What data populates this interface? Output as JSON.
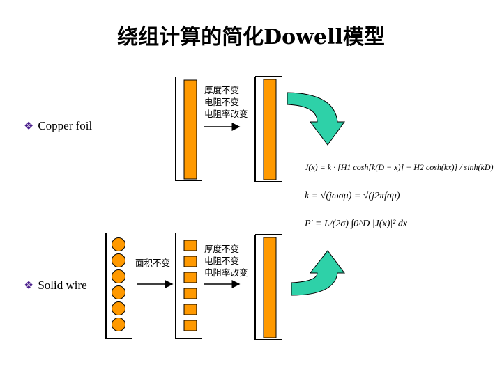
{
  "title": "绕组计算的简化Dowell模型",
  "bullets": {
    "copper_foil": "Copper foil",
    "solid_wire": "Solid wire"
  },
  "labels": {
    "top_right": [
      "厚度不变",
      "电阻不变",
      "电阻率改变"
    ],
    "area_unchanged": "面积不变",
    "bottom_right": [
      "厚度不变",
      "电阻不变",
      "电阻率改变"
    ]
  },
  "colors": {
    "conductor": "#ff9900",
    "arrow": "#2ed1a8",
    "bullet": "#4a1e8c"
  },
  "icons": {
    "bullet": "diamond-bullet-icon"
  },
  "formulas": {
    "current_density": "J(x) = k · [H1 cosh[k(D − x)] − H2 cosh(kx)] / sinh(kD)",
    "k": "k = √(jωσμ) = √(j2πfσμ)",
    "power": "P' = L/(2σ) ∫0^D |J(x)|² dx"
  }
}
